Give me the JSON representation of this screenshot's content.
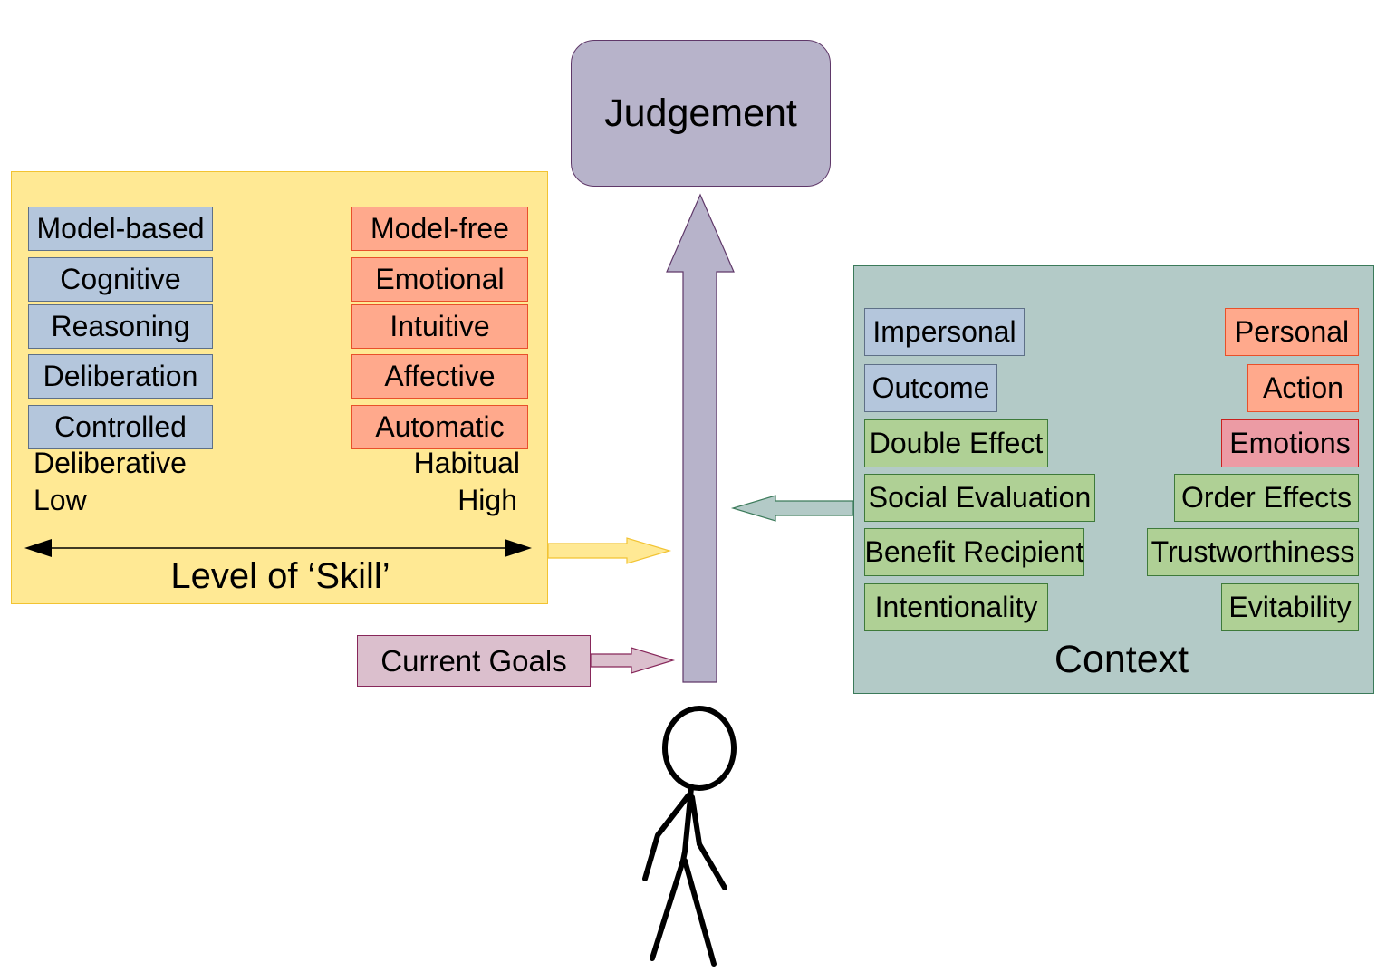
{
  "judgement": "Judgement",
  "skill": {
    "left_items": [
      "Model-based",
      "Cognitive",
      "Reasoning",
      "Deliberation",
      "Controlled"
    ],
    "right_items": [
      "Model-free",
      "Emotional",
      "Intuitive",
      "Affective",
      "Automatic"
    ],
    "left_mode": "Deliberative",
    "right_mode": "Habitual",
    "low": "Low",
    "high": "High",
    "axis_title": "Level of ‘Skill’"
  },
  "current_goals": "Current Goals",
  "context": {
    "title": "Context",
    "left_items": [
      "Impersonal",
      "Outcome",
      "Double Effect",
      "Social Evaluation",
      "Benefit Recipient",
      "Intentionality"
    ],
    "right_items": [
      "Personal",
      "Action",
      "Emotions",
      "Order Effects",
      "Trustworthiness",
      "Evitability"
    ]
  },
  "colors": {
    "cognitive_fill": "#b4c6dc",
    "emotional_fill": "#ffa98c",
    "contextual_fill": "#afd095",
    "emotions_fill": "#ec9ba4",
    "skill_panel": "#ffe994",
    "context_panel": "#b3cac7",
    "judgement_fill": "#b7b3ca",
    "goals_fill": "#dbbfcd"
  },
  "icons": [
    "stick-figure-icon",
    "upward-arrow-icon",
    "skill-arrow-icon",
    "context-arrow-icon",
    "goals-arrow-icon",
    "double-headed-arrow-icon"
  ]
}
